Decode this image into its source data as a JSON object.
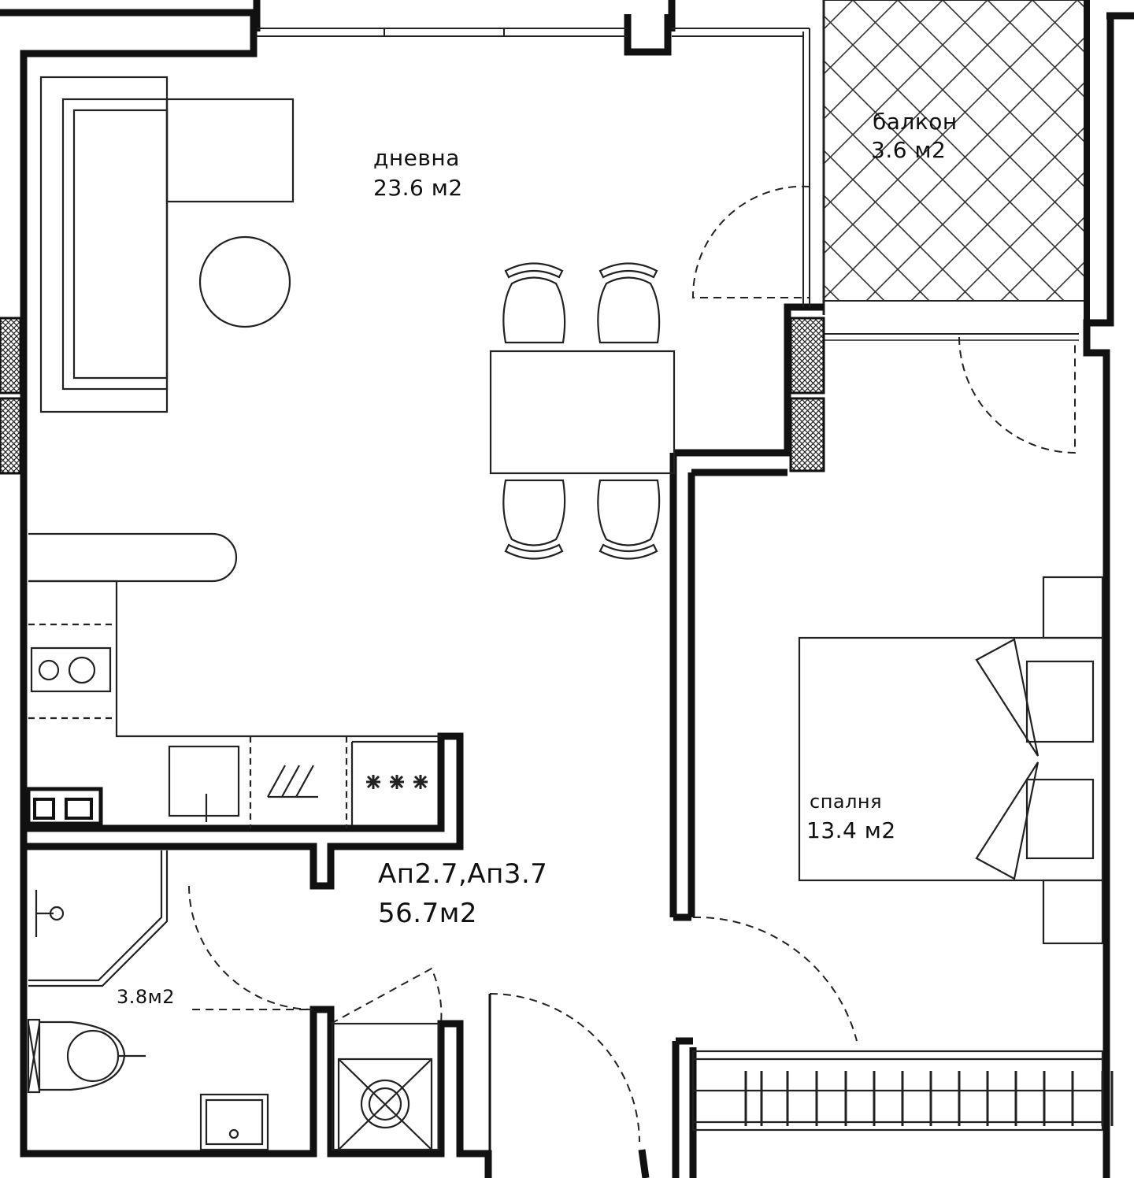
{
  "rooms": {
    "living": {
      "name": "дневна",
      "area": "23.6 м2"
    },
    "balcony": {
      "name": "балкон",
      "area": "3.6 м2"
    },
    "bedroom": {
      "name": "спалня",
      "area": "13.4 м2"
    },
    "apartment": {
      "name": "Ап2.7,Ап3.7",
      "area": "56.7м2"
    },
    "bathroom": {
      "area": "3.8м2"
    }
  },
  "colors": {
    "wall": "#111111",
    "line": "#222222",
    "hatch": "#333333",
    "background": "#ffffff"
  }
}
